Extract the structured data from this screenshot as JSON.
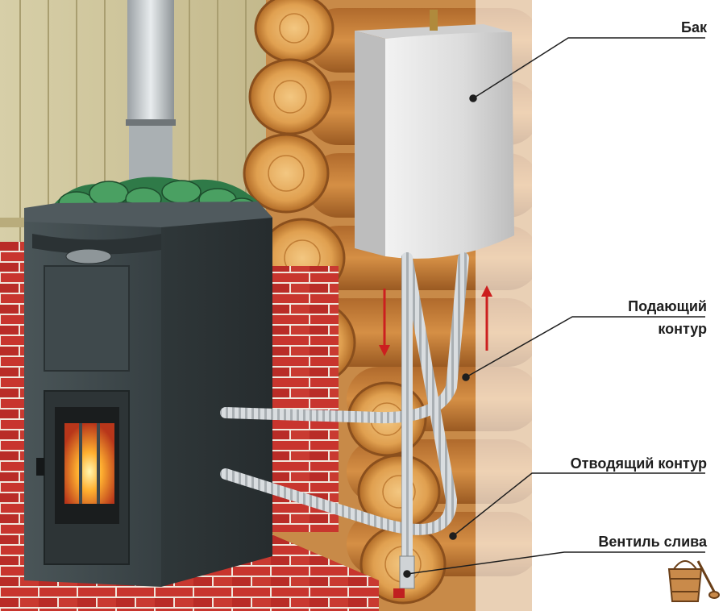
{
  "labels": {
    "tank": "Бак",
    "supply_line1": "Подающий",
    "supply_line2": "контур",
    "return": "Отводящий контур",
    "valve": "Вентиль слива"
  },
  "icons": [
    "bucket-ladle-icon",
    "fire-icon",
    "arrow-down-icon",
    "arrow-up-icon"
  ],
  "colors": {
    "stove": "#3c4548",
    "brick": "#c8352e",
    "log": "#d9a35e",
    "tank": "#e6e6e6",
    "stones": "#2f7a48",
    "flow_arrow": "#cc1f1f",
    "label_text": "#1e1e1e"
  }
}
